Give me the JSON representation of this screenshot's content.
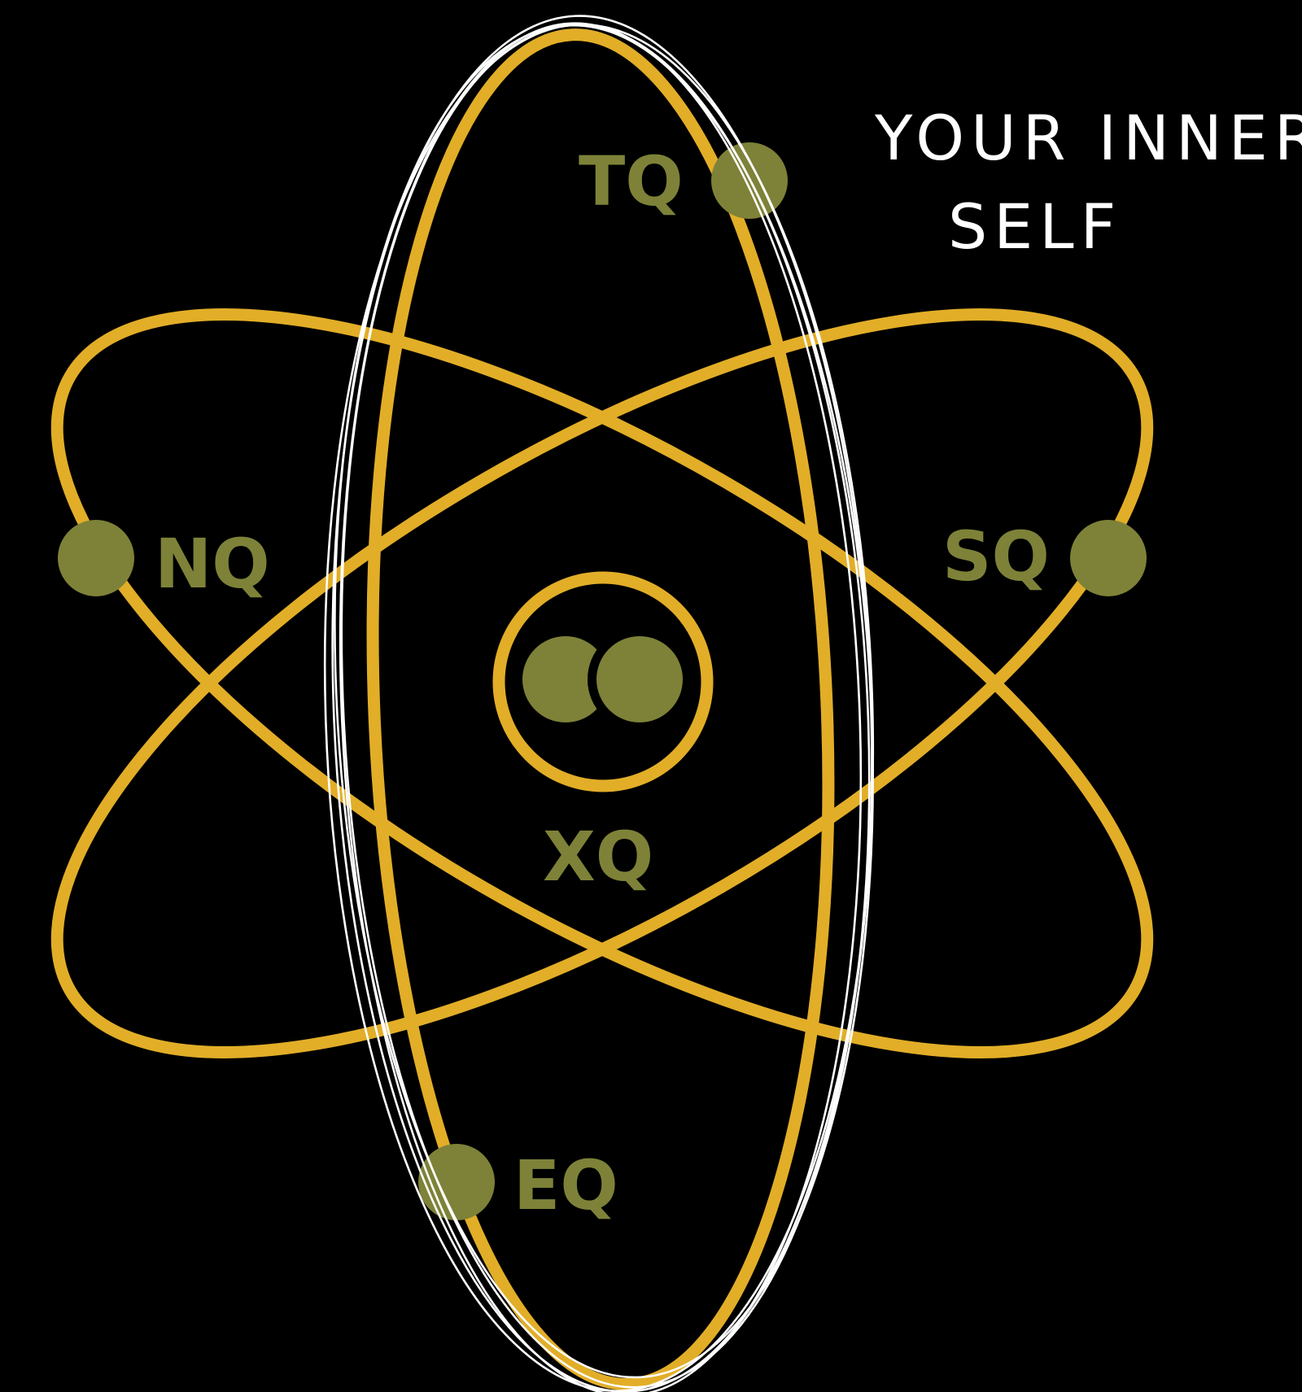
{
  "colors": {
    "background": "#000000",
    "orbit": "#E2AE28",
    "node": "#7E8238",
    "label": "#7E8238",
    "handwriting": "#FFFFFF"
  },
  "labels": {
    "tq": "TQ",
    "nq": "NQ",
    "sq": "SQ",
    "xq": "XQ",
    "eq": "EQ"
  },
  "annotation": {
    "line1": "YOUR INNER",
    "line2": "SELF"
  }
}
